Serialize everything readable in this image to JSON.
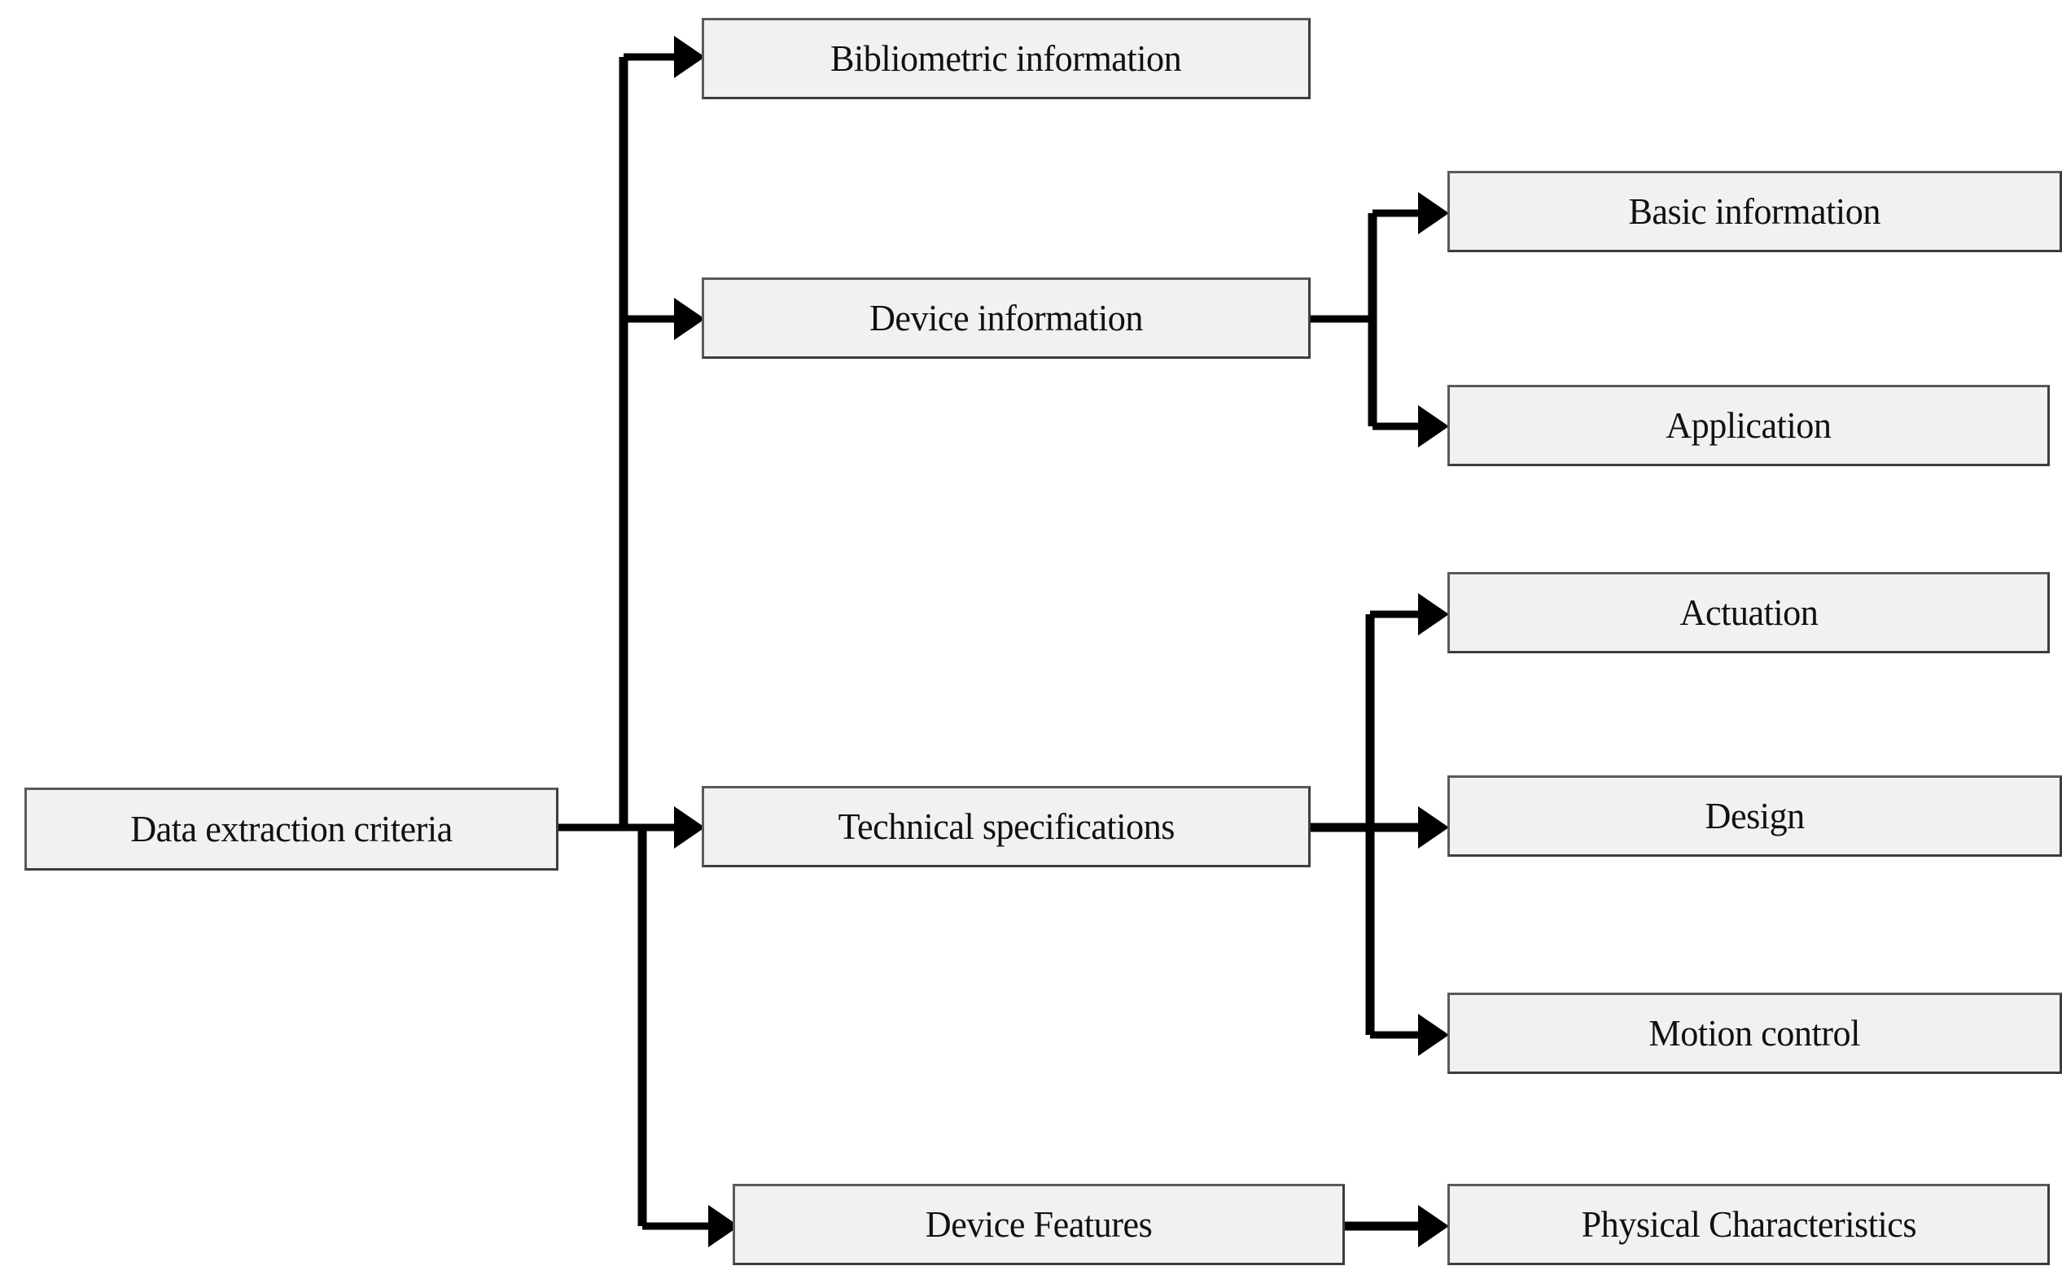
{
  "diagram": {
    "title": "Data extraction criteria",
    "type": "hierarchy-tree",
    "orientation": "left-to-right",
    "background_color": "#ffffff",
    "node_fill_color": "#f1f1f1",
    "node_border_color": "#3d3d3d",
    "connector_color": "#000000",
    "nodes": {
      "root": "Data extraction criteria",
      "level1": [
        "Bibliometric information",
        "Device information",
        "Technical specifications",
        "Device Features"
      ],
      "device_information_children": [
        "Basic information",
        "Application"
      ],
      "technical_specifications_children": [
        "Actuation",
        "Design",
        "Motion control"
      ],
      "device_features_children": [
        "Physical Characteristics"
      ]
    }
  }
}
